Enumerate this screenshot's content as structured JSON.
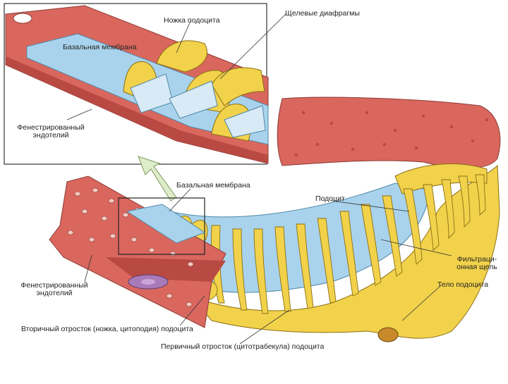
{
  "labels": {
    "podocyte_foot_inset": "Ножка подоцита",
    "slit_diaphragms": "Щелевые диафрагмы",
    "basal_membrane_inset": "Базальная мембрана",
    "fenestrated_endothelium_inset": [
      "Фенестрированный",
      "эндотелий"
    ],
    "basal_membrane_main": "Базальная мембрана",
    "podocyte": "Подоцит",
    "filtration_slit": [
      "Фильтраци-",
      "онная щель"
    ],
    "podocyte_body": "Тело подоцита",
    "fenestrated_endothelium_main": [
      "Фенестрированный",
      "эндотелий"
    ],
    "secondary_process": "Вторичный отросток (ножка, цитоподия) подоцита",
    "primary_process": "Первичный отросток (цитотрабекула) подоцита"
  },
  "colors": {
    "endothelium": "#d9675e",
    "endothelium_dark": "#b84a43",
    "basal_membrane": "#a9d3ec",
    "podocyte": "#f2d24b",
    "podocyte_shade": "#d8b12f",
    "pore": "#f3c9c1",
    "line": "#333333",
    "arrow": "#dfeccb"
  }
}
